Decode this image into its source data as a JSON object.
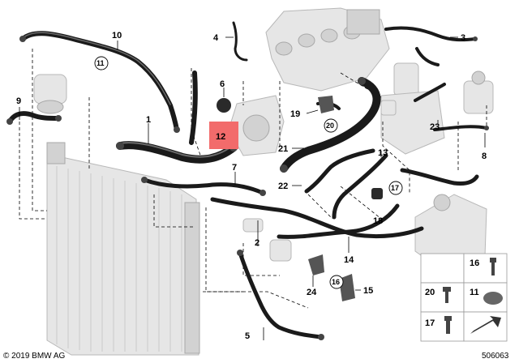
{
  "callouts": {
    "c1": "1",
    "c2": "2",
    "c3": "3",
    "c4": "4",
    "c5": "5",
    "c6": "6",
    "c7": "7",
    "c8": "8",
    "c9": "9",
    "c10": "10",
    "c11": "11",
    "c12": "12",
    "c13": "13",
    "c14": "14",
    "c15": "15",
    "c16": "16",
    "c17": "17",
    "c18": "18",
    "c19": "19",
    "c20": "20",
    "c21": "21",
    "c22": "22",
    "c23": "23",
    "c24": "24"
  },
  "legend": {
    "l16": "16",
    "l20": "20",
    "l11": "11",
    "l17": "17"
  },
  "highlight_color": "#f26b6b",
  "footer": {
    "copyright": "© 2019 BMW AG",
    "diagram_number": "506063"
  }
}
